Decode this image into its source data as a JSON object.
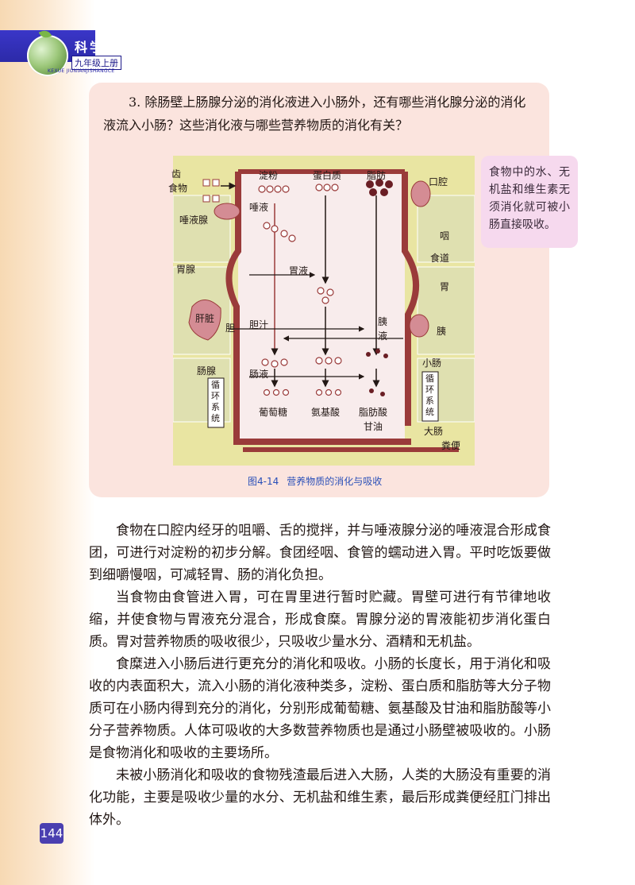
{
  "header": {
    "subject": "科学",
    "grade": "九年级上册",
    "pinyin": "KEXUE JIUNIANJISHANGCE"
  },
  "question": "3. 除肠壁上肠腺分泌的消化液进入小肠外，还有哪些消化腺分泌的消化液流入小肠？这些消化液与哪些营养物质的消化有关？",
  "side_note": "食物中的水、无机盐和维生素无须消化就可被小肠直接吸收。",
  "figure": {
    "caption_number": "图4-14",
    "caption_title": "营养物质的消化与吸收",
    "labels": {
      "teeth": "齿",
      "food": "食物",
      "salivary_gland": "唾液腺",
      "starch": "淀粉",
      "saliva": "唾液",
      "protein": "蛋白质",
      "fat": "脂肪",
      "mouth": "口腔",
      "pharynx": "咽",
      "esophagus": "食道",
      "gastric_gland": "胃腺",
      "gastric_juice": "胃液",
      "stomach": "胃",
      "liver": "肝脏",
      "bile": "胆汁",
      "gallbladder": "胆",
      "pancreatic_juice": "胰液",
      "pancreas": "胰",
      "intestinal_gland": "肠腺",
      "intestinal_juice": "肠液",
      "small_intestine": "小肠",
      "circulatory_system_left": "循环系统",
      "circulatory_system_right": "循环系统",
      "glucose": "葡萄糖",
      "amino_acid": "氨基酸",
      "fatty_acid": "脂肪酸",
      "glycerol": "甘油",
      "large_intestine": "大肠",
      "feces": "粪便"
    }
  },
  "paragraphs": [
    "食物在口腔内经牙的咀嚼、舌的搅拌，并与唾液腺分泌的唾液混合形成食团，可进行对淀粉的初步分解。食团经咽、食管的蠕动进入胃。平时吃饭要做到细嚼慢咽，可减轻胃、肠的消化负担。",
    "当食物由食管进入胃，可在胃里进行暂时贮藏。胃壁可进行有节律地收缩，并使食物与胃液充分混合，形成食糜。胃腺分泌的胃液能初步消化蛋白质。胃对营养物质的吸收很少，只吸收少量水分、酒精和无机盐。",
    "食糜进入小肠后进行更充分的消化和吸收。小肠的长度长，用于消化和吸收的内表面积大，流入小肠的消化液种类多，淀粉、蛋白质和脂肪等大分子物质可在小肠内得到充分的消化，分别形成葡萄糖、氨基酸及甘油和脂肪酸等小分子营养物质。人体可吸收的大多数营养物质也是通过小肠壁被吸收的。小肠是食物消化和吸收的主要场所。",
    "未被小肠消化和吸收的食物残渣最后进入大肠，人类的大肠没有重要的消化功能，主要是吸收少量的水分、无机盐和维生素，最后形成粪便经肛门排出体外。"
  ],
  "page_number": "144",
  "colors": {
    "wall": "#9a3b3a",
    "lumen": "#f8ecec",
    "background_pattern": "#e9e5a2",
    "caption": "#2a4fb8",
    "header_band": "#2c2aa8"
  }
}
